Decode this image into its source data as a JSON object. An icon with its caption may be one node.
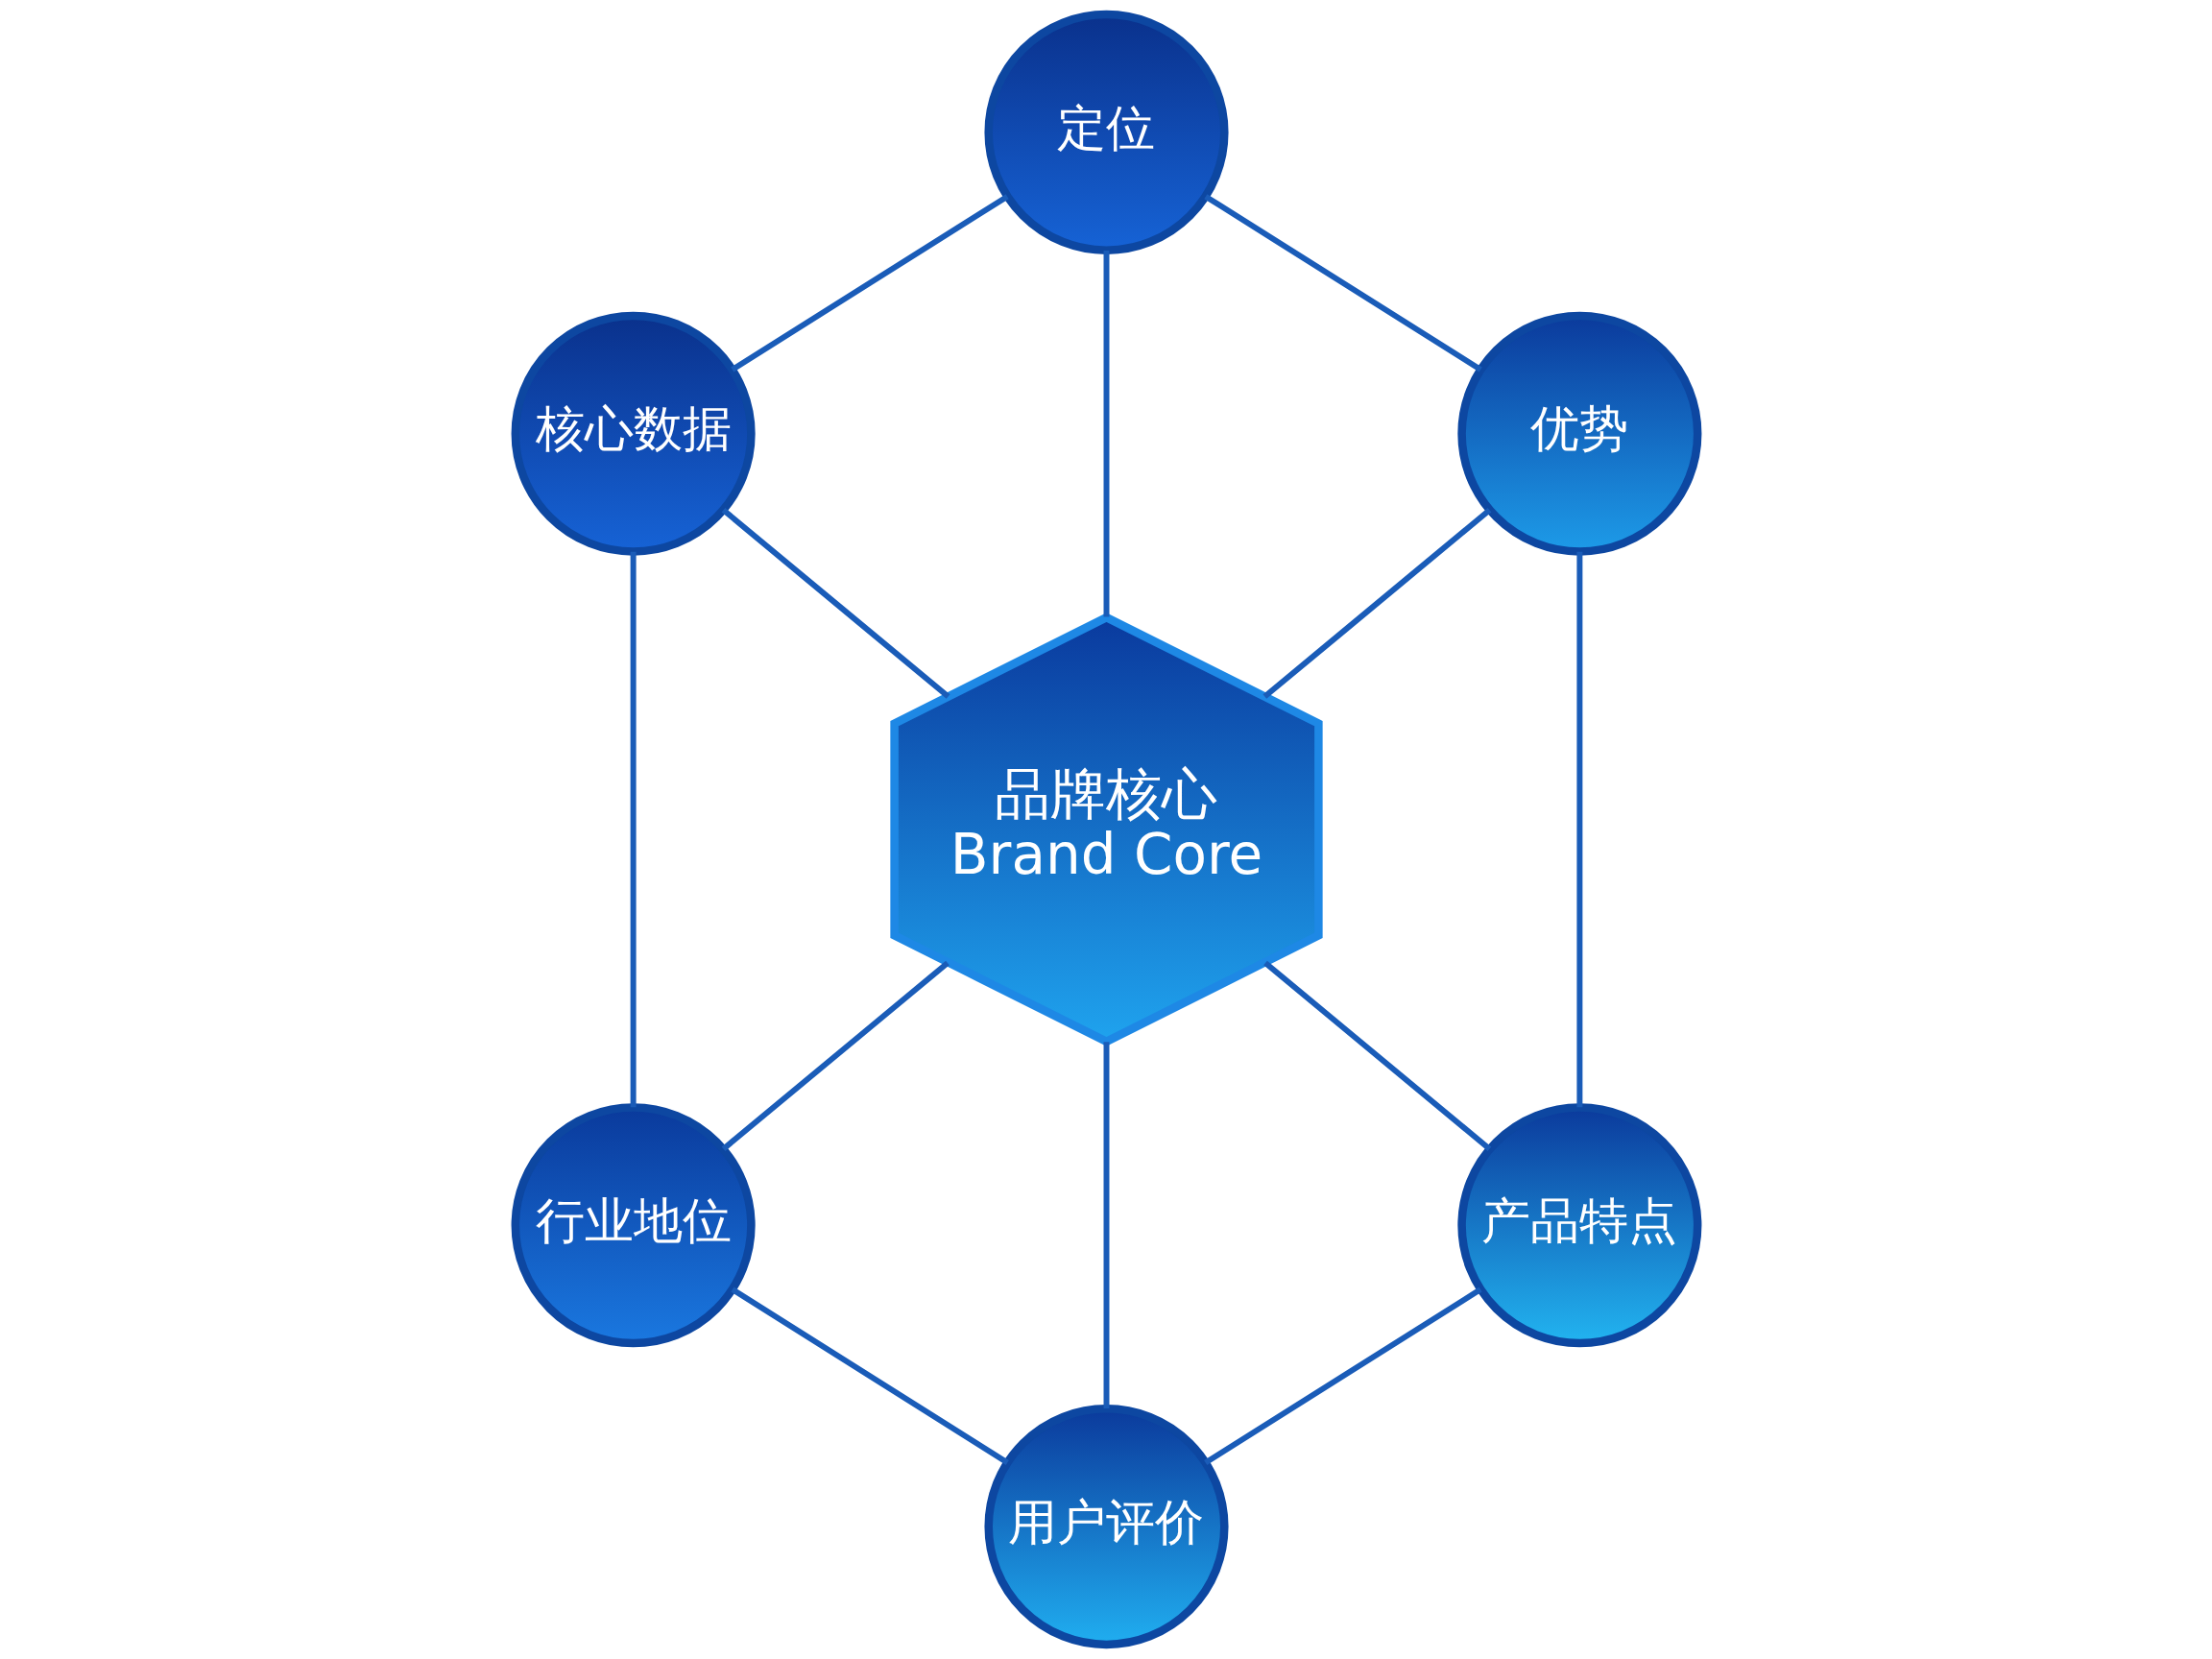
{
  "diagram": {
    "nodes": [
      {
        "text": [
          "定位"
        ]
      },
      {
        "text": [
          "核心数据"
        ]
      },
      {
        "text": [
          "优势"
        ]
      },
      {
        "text": [
          "品牌核心",
          "Brand Core"
        ]
      },
      {
        "text": [
          "行业地位"
        ]
      },
      {
        "text": [
          "产品特点"
        ]
      },
      {
        "text": [
          "用户评价"
        ]
      }
    ],
    "edges": [
      {
        "from": 0,
        "to": 3,
        "arrow": "none"
      },
      {
        "from": 2,
        "to": 3,
        "arrow": "none"
      },
      {
        "from": 3,
        "to": 5,
        "arrow": "none"
      },
      {
        "from": 3,
        "to": 6,
        "arrow": "none"
      },
      {
        "from": 3,
        "to": 4,
        "arrow": "none"
      },
      {
        "from": 1,
        "to": 3,
        "arrow": "none"
      },
      {
        "from": 0,
        "to": 2,
        "arrow": "none"
      },
      {
        "from": 2,
        "to": 5,
        "arrow": "none"
      },
      {
        "from": 5,
        "to": 6,
        "arrow": "none"
      },
      {
        "from": 4,
        "to": 6,
        "arrow": "none"
      },
      {
        "from": 1,
        "to": 4,
        "arrow": "none"
      },
      {
        "from": 0,
        "to": 1,
        "arrow": "none"
      }
    ]
  }
}
